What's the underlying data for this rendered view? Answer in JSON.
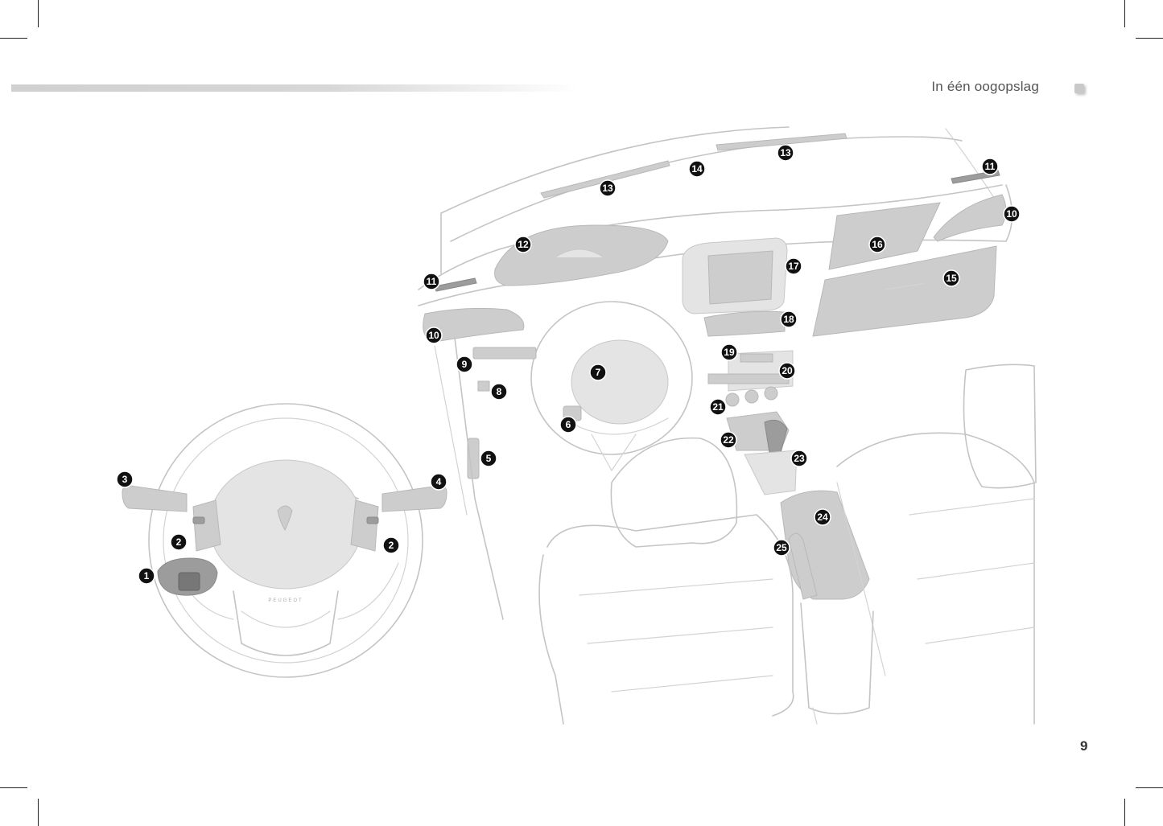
{
  "header": {
    "title": "In één oogopslag"
  },
  "page_number": "9",
  "callouts": [
    {
      "id": "c1",
      "label": "1"
    },
    {
      "id": "c2a",
      "label": "2"
    },
    {
      "id": "c2b",
      "label": "2"
    },
    {
      "id": "c3",
      "label": "3"
    },
    {
      "id": "c4",
      "label": "4"
    },
    {
      "id": "c5",
      "label": "5"
    },
    {
      "id": "c6",
      "label": "6"
    },
    {
      "id": "c7",
      "label": "7"
    },
    {
      "id": "c8",
      "label": "8"
    },
    {
      "id": "c9",
      "label": "9"
    },
    {
      "id": "c10a",
      "label": "10"
    },
    {
      "id": "c10b",
      "label": "10"
    },
    {
      "id": "c11a",
      "label": "11"
    },
    {
      "id": "c11b",
      "label": "11"
    },
    {
      "id": "c12",
      "label": "12"
    },
    {
      "id": "c13a",
      "label": "13"
    },
    {
      "id": "c13b",
      "label": "13"
    },
    {
      "id": "c14",
      "label": "14"
    },
    {
      "id": "c15",
      "label": "15"
    },
    {
      "id": "c16",
      "label": "16"
    },
    {
      "id": "c17",
      "label": "17"
    },
    {
      "id": "c18",
      "label": "18"
    },
    {
      "id": "c19",
      "label": "19"
    },
    {
      "id": "c20",
      "label": "20"
    },
    {
      "id": "c21",
      "label": "21"
    },
    {
      "id": "c22",
      "label": "22"
    },
    {
      "id": "c23",
      "label": "23"
    },
    {
      "id": "c24",
      "label": "24"
    },
    {
      "id": "c25",
      "label": "25"
    }
  ],
  "steering_wheel_text": "PEUGEOT"
}
